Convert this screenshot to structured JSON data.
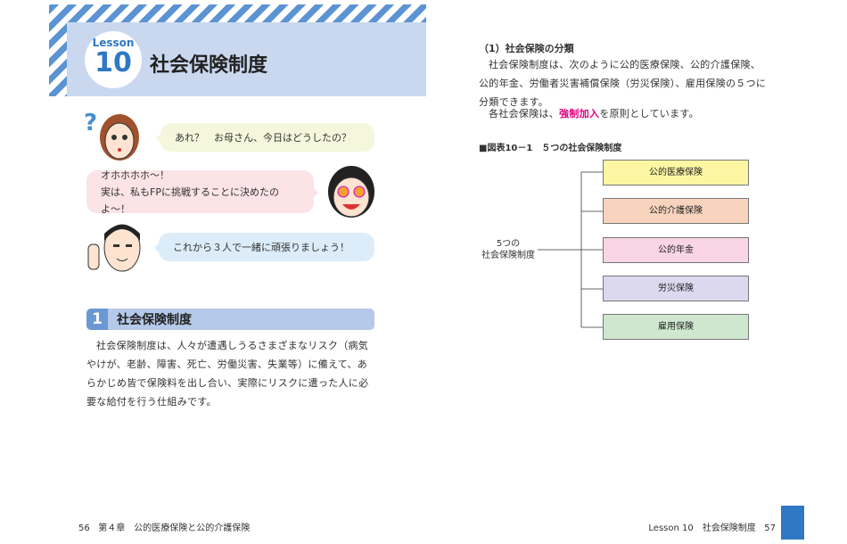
{
  "left_page": {
    "lesson_label": "Lesson",
    "lesson_number": "10",
    "title": "社会保険制度",
    "dialogue": [
      {
        "speaker": "daughter",
        "lines": [
          "あれ？　お母さん、今日はどうしたの？"
        ]
      },
      {
        "speaker": "mother",
        "lines": [
          "オホホホホ〜！",
          "実は、私もFPに挑戦することに決めたのよ〜！"
        ]
      },
      {
        "speaker": "man",
        "lines": [
          "これから３人で一緒に頑張りましょう！"
        ]
      }
    ],
    "section": {
      "number": "1",
      "title": "社会保険制度"
    },
    "body": "社会保険制度は、人々が遭遇しうるさまざまなリスク（病気やけが、老齢、障害、死亡、労働災害、失業等）に備えて、あらかじめ皆で保険料を出し合い、実際にリスクに遭った人に必要な給付を行う仕組みです。",
    "footer": {
      "page": "56",
      "chapter": "第４章　公的医療保険と公的介護保険"
    }
  },
  "right_page": {
    "subheading": "（1）社会保険の分類",
    "para1": "社会保険制度は、次のように公的医療保険、公的介護保険、公的年金、労働者災害補償保険（労災保険）、雇用保険の５つに分類できます。",
    "para2_before": "各社会保険は、",
    "para2_highlight": "強制加入",
    "para2_after": "を原則としています。",
    "figure_caption": "■図表10－1　５つの社会保険制度",
    "figure_root": [
      "5つの",
      "社会保険制度"
    ],
    "figure_items": [
      {
        "label": "公的医療保険",
        "color": "#fdf7a3"
      },
      {
        "label": "公的介護保険",
        "color": "#f8d4bf"
      },
      {
        "label": "公的年金",
        "color": "#f9d5e5"
      },
      {
        "label": "労災保険",
        "color": "#dcd9ef"
      },
      {
        "label": "雇用保険",
        "color": "#cfe7cf"
      }
    ],
    "footer": {
      "lesson": "Lesson 10　社会保険制度",
      "page": "57"
    }
  },
  "colors": {
    "accent": "#2f78c5",
    "highlight": "#e4007f"
  }
}
